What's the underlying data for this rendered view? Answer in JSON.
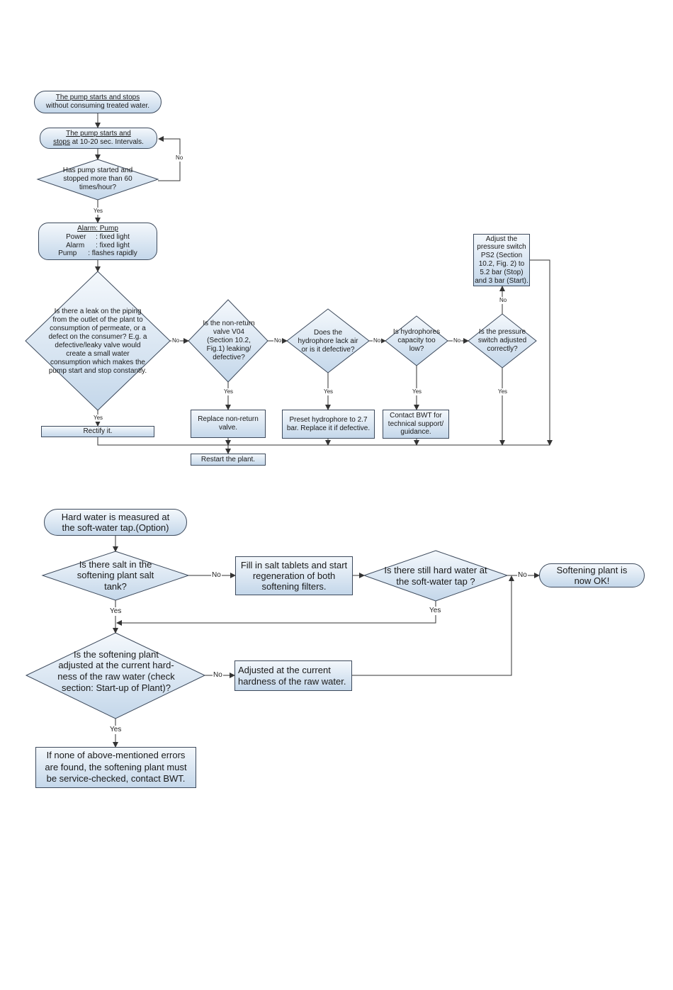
{
  "flow1": {
    "start_line1": "The pump starts and stops",
    "start_line2": "without consuming treated water.",
    "interval_line1": "The pump starts and",
    "interval_line2a": "stops",
    "interval_line2b": " at 10-20 sec. Intervals.",
    "q_60": "Has pump started and stopped more than 60 times/hour?",
    "alarm_title": "Alarm: Pump",
    "alarm_rows": [
      {
        "name": "Power",
        "value": ": fixed light"
      },
      {
        "name": "Alarm",
        "value": ": fixed light"
      },
      {
        "name": "Pump",
        "value": ": flashes rapidly"
      }
    ],
    "q_leak": "Is there a leak on the piping from the outlet of the plant to consumption of permeate, or a defect on the consumer? E.g. a defective/leaky valve would create a small water consumption which makes the pump start and stop constantly.",
    "q_valve": "Is the non-return valve V04 (Section 10.2, Fig.1) leaking/ defective?",
    "q_hydrophore": "Does the hydrophore lack air or is it defective?",
    "q_capacity": "Is hydrophores capacity too low?",
    "q_switch": "Is the pressure switch adjusted correctly?",
    "adjust_switch": "Adjust the pressure switch PS2 (Section 10.2, Fig. 2) to 5.2 bar (Stop) and 3 bar (Start).",
    "rectify": "Rectify it.",
    "replace_valve": "Replace non-return valve.",
    "preset_hydrophore": "Preset hydrophore to 2.7 bar. Replace it if defective.",
    "contact_bwt": "Contact BWT for technical support/ guidance.",
    "restart": "Restart the plant.",
    "yes": "Yes",
    "no": "No"
  },
  "flow2": {
    "start": "Hard water is measured at the soft-water tap.(Option)",
    "q_salt": "Is there salt in the softening plant salt tank?",
    "fill_salt": "Fill in salt tablets and start regeneration of both softening filters.",
    "q_hard": "Is there still hard water at the soft-water tap ?",
    "ok": "Softening plant is now OK!",
    "q_adjusted": "Is the softening plant adjusted at the current hard-ness of the raw water (check section: Start-up of Plant)?",
    "adjusted_box": "Adjusted at the current hardness of the raw water.",
    "final": "If none of above-mentioned errors are found, the softening plant must be service-checked, contact BWT.",
    "yes": "Yes",
    "no": "No"
  },
  "colors": {
    "fill_top": "#f4f8fc",
    "fill_bottom": "#c4d7ea",
    "stroke": "#3d4a5c"
  }
}
